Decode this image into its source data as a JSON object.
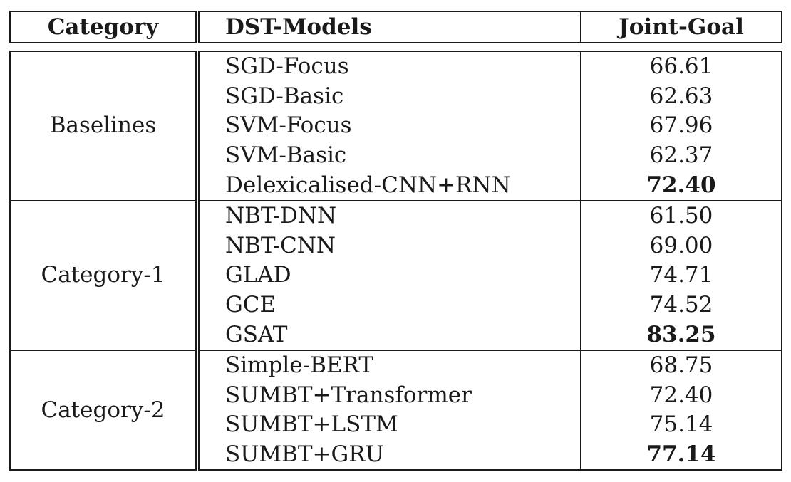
{
  "table": {
    "headers": {
      "category": "Category",
      "models": "DST-Models",
      "score": "Joint-Goal"
    },
    "groups": [
      {
        "category": "Baselines",
        "rows": [
          {
            "model": "SGD-Focus",
            "score": "66.61",
            "best": false
          },
          {
            "model": "SGD-Basic",
            "score": "62.63",
            "best": false
          },
          {
            "model": "SVM-Focus",
            "score": "67.96",
            "best": false
          },
          {
            "model": "SVM-Basic",
            "score": "62.37",
            "best": false
          },
          {
            "model": "Delexicalised-CNN+RNN",
            "score": "72.40",
            "best": true
          }
        ]
      },
      {
        "category": "Category-1",
        "rows": [
          {
            "model": "NBT-DNN",
            "score": "61.50",
            "best": false
          },
          {
            "model": "NBT-CNN",
            "score": "69.00",
            "best": false
          },
          {
            "model": "GLAD",
            "score": "74.71",
            "best": false
          },
          {
            "model": "GCE",
            "score": "74.52",
            "best": false
          },
          {
            "model": "GSAT",
            "score": "83.25",
            "best": true
          }
        ]
      },
      {
        "category": "Category-2",
        "rows": [
          {
            "model": "Simple-BERT",
            "score": "68.75",
            "best": false
          },
          {
            "model": "SUMBT+Transformer",
            "score": "72.40",
            "best": false
          },
          {
            "model": "SUMBT+LSTM",
            "score": "75.14",
            "best": false
          },
          {
            "model": "SUMBT+GRU",
            "score": "77.14",
            "best": true
          }
        ]
      }
    ]
  }
}
